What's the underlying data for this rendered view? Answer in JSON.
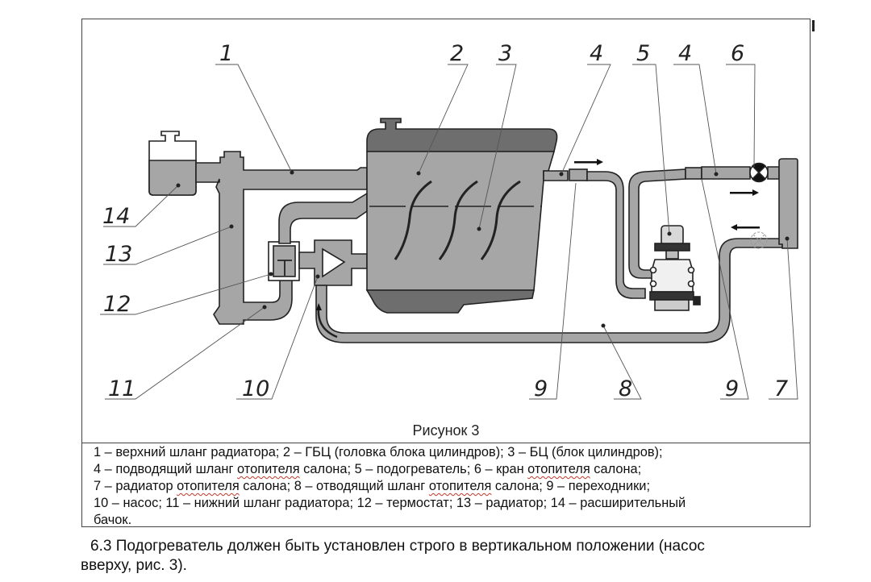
{
  "figure": {
    "caption": "Рисунок 3",
    "callouts": [
      {
        "id": "1",
        "label": "1"
      },
      {
        "id": "2",
        "label": "2"
      },
      {
        "id": "3",
        "label": "3"
      },
      {
        "id": "4a",
        "label": "4"
      },
      {
        "id": "5",
        "label": "5"
      },
      {
        "id": "4b",
        "label": "4"
      },
      {
        "id": "6",
        "label": "6"
      },
      {
        "id": "14",
        "label": "14"
      },
      {
        "id": "13",
        "label": "13"
      },
      {
        "id": "12",
        "label": "12"
      },
      {
        "id": "11",
        "label": "11"
      },
      {
        "id": "10",
        "label": "10"
      },
      {
        "id": "9a",
        "label": "9"
      },
      {
        "id": "8",
        "label": "8"
      },
      {
        "id": "9b",
        "label": "9"
      },
      {
        "id": "7",
        "label": "7"
      }
    ],
    "colors": {
      "coolant": "#a6a6a6",
      "metal_dark": "#6e6e6e",
      "outline": "#222222",
      "leader": "#555555"
    }
  },
  "legend": {
    "lines": [
      {
        "parts": [
          {
            "t": "1 – верхний шланг радиатора; 2 – ГБЦ (головка блока цилиндров); 3 – БЦ (блок цилиндров);"
          }
        ]
      },
      {
        "parts": [
          {
            "t": "4 – подводящий шланг "
          },
          {
            "t": "отопителя",
            "squig": true
          },
          {
            "t": " салона; 5 – подогреватель; 6 – кран "
          },
          {
            "t": "отопителя",
            "squig": true
          },
          {
            "t": " салона;"
          }
        ]
      },
      {
        "parts": [
          {
            "t": "7 – радиатор "
          },
          {
            "t": "отопителя",
            "squig": true
          },
          {
            "t": " салона; 8 – отводящий шланг "
          },
          {
            "t": "отопителя",
            "squig": true
          },
          {
            "t": " салона; 9 – переходники;"
          }
        ]
      },
      {
        "parts": [
          {
            "t": "10 – насос; 11 – нижний шланг радиатора; 12 – термостат; 13 – радиатор; 14 – расширительный"
          }
        ]
      },
      {
        "parts": [
          {
            "t": "бачок."
          }
        ]
      }
    ]
  },
  "body": {
    "paragraph_line1": "6.3 Подогреватель должен быть установлен строго в вертикальном положении (насос",
    "paragraph_line2": "вверху, рис. 3)."
  }
}
